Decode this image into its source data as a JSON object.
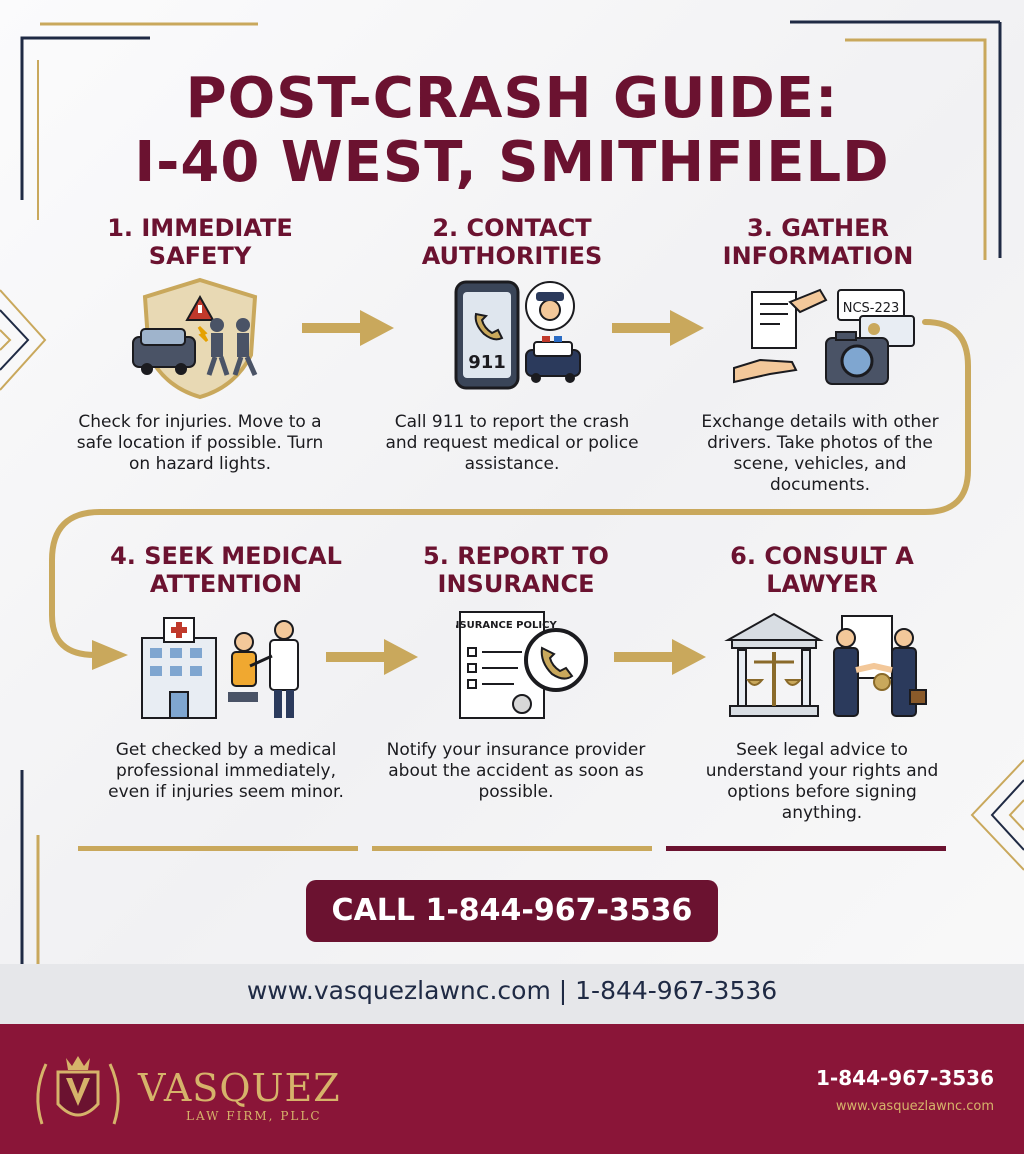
{
  "title": {
    "line1": "POST-CRASH GUIDE:",
    "line2": "I-40 WEST, SMITHFIELD"
  },
  "steps": [
    {
      "title_l1": "1. IMMEDIATE",
      "title_l2": "SAFETY",
      "desc": "Check for injuries. Move to a safe location if possible. Turn on hazard lights.",
      "icon": "safety-shield-crash-icon"
    },
    {
      "title_l1": "2. CONTACT",
      "title_l2": "AUTHORITIES",
      "desc": "Call 911 to report the crash and request medical or police assistance.",
      "icon": "phone-911-police-icon",
      "phone_text": "911"
    },
    {
      "title_l1": "3. GATHER",
      "title_l2": "INFORMATION",
      "desc": "Exchange details with other drivers. Take photos of the scene, vehicles, and documents.",
      "icon": "documents-camera-icon",
      "plate_text": "NCS-223"
    },
    {
      "title_l1": "4. SEEK MEDICAL",
      "title_l2": "ATTENTION",
      "desc": "Get checked by a medical professional immediately, even if injuries seem minor.",
      "icon": "hospital-doctor-icon"
    },
    {
      "title_l1": "5. REPORT TO",
      "title_l2": "INSURANCE",
      "desc": "Notify your insurance provider about the accident as soon as possible.",
      "icon": "insurance-policy-phone-icon",
      "policy_text": "INSURANCE POLICY"
    },
    {
      "title_l1": "6. CONSULT A",
      "title_l2": "LAWYER",
      "desc": "Seek legal advice to understand your rights and options before signing anything.",
      "icon": "courthouse-handshake-icon"
    }
  ],
  "cta": {
    "label": "CALL 1-844-967-3536"
  },
  "url_line": "www.vasquezlawnc.com | 1-844-967-3536",
  "footer": {
    "brand": "VASQUEZ",
    "brand_sub": "LAW FIRM, PLLC",
    "phone": "1-844-967-3536",
    "url": "www.vasquezlawnc.com"
  },
  "colors": {
    "maroon": "#6b1230",
    "gold": "#c9a85c",
    "navy": "#1f2a44",
    "footer": "#8a1538"
  }
}
